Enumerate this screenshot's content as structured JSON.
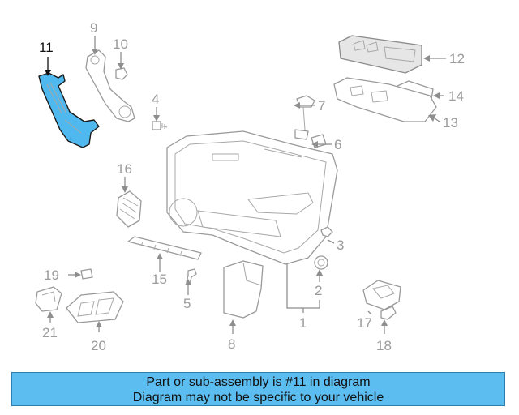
{
  "colors": {
    "highlight": "#4fb8ee",
    "banner_background": "#5bbdf0",
    "line": "#9a9a9a"
  },
  "callouts": [
    "1",
    "2",
    "3",
    "4",
    "5",
    "6",
    "7",
    "8",
    "9",
    "10",
    "11",
    "12",
    "13",
    "14",
    "15",
    "16",
    "17",
    "18",
    "19",
    "20",
    "21"
  ],
  "highlighted_callout": "11",
  "banner": {
    "line1": "Part or sub-assembly is #11 in diagram",
    "line2": "Diagram may not be specific to your vehicle"
  }
}
